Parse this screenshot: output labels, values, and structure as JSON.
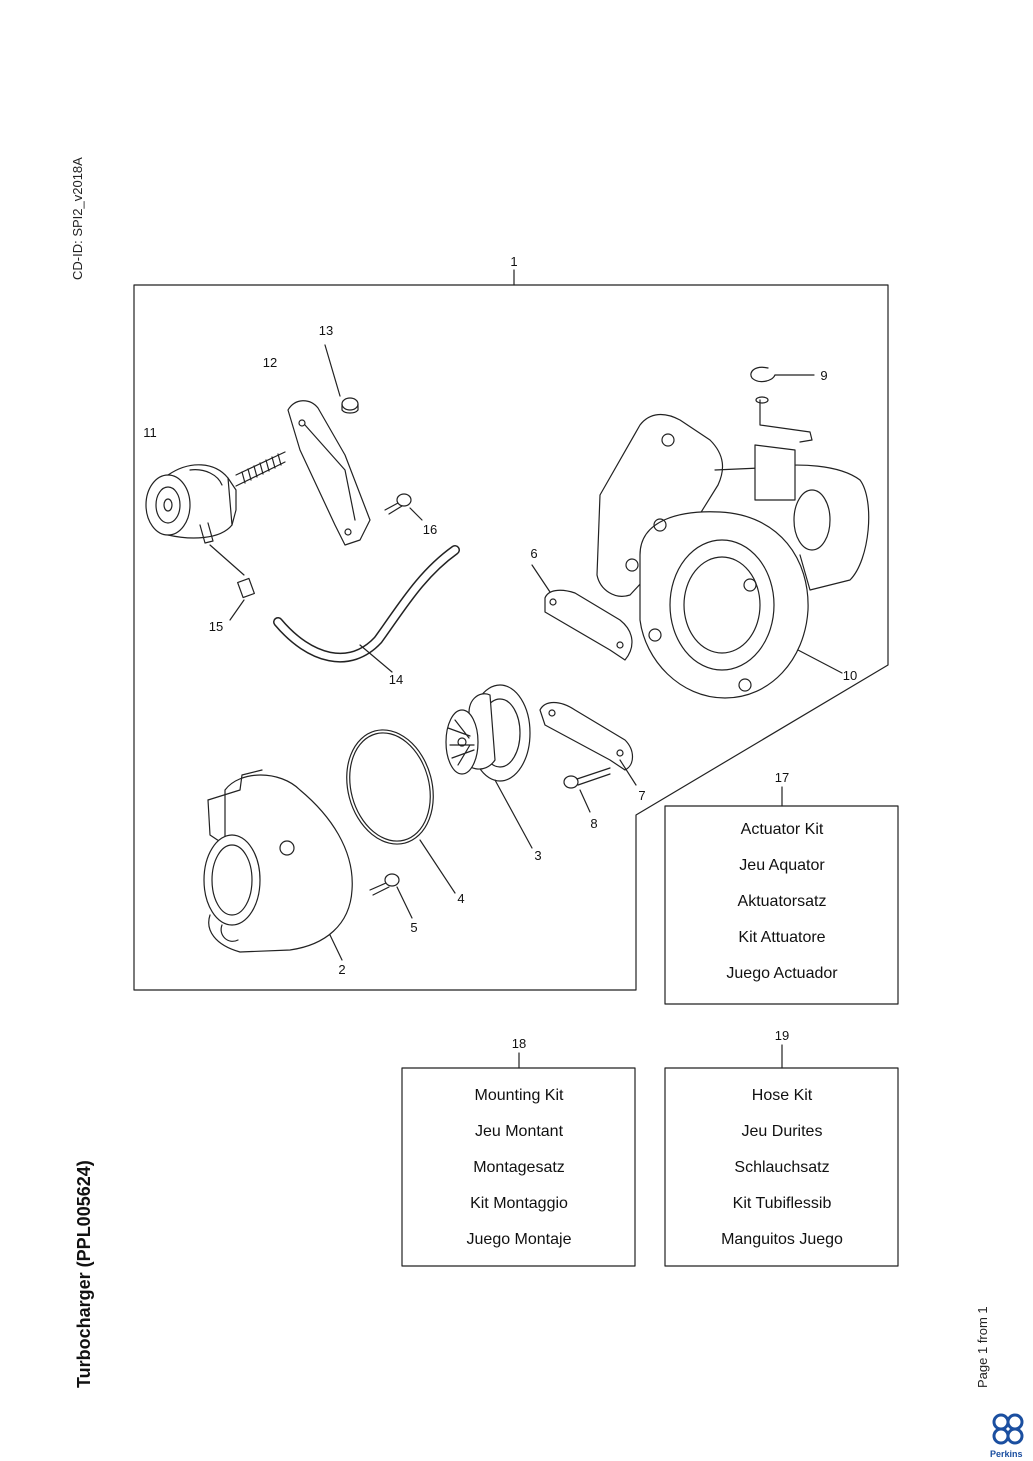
{
  "document": {
    "cd_id": "CD-ID: SPI2_v2018A",
    "title": "Turbocharger (PPL005624)",
    "page_info": "Page 1 from 1",
    "brand": "Perkins"
  },
  "callouts": {
    "c1": "1",
    "c2": "2",
    "c3": "3",
    "c4": "4",
    "c5": "5",
    "c6": "6",
    "c7": "7",
    "c8": "8",
    "c9": "9",
    "c10": "10",
    "c11": "11",
    "c12": "12",
    "c13": "13",
    "c14": "14",
    "c15": "15",
    "c16": "16",
    "c17": "17",
    "c18": "18",
    "c19": "19"
  },
  "kits": {
    "actuator": [
      "Actuator Kit",
      "Jeu Aquator",
      "Aktuatorsatz",
      "Kit Attuatore",
      "Juego Actuador"
    ],
    "mounting": [
      "Mounting Kit",
      "Jeu Montant",
      "Montagesatz",
      "Kit Montaggio",
      "Juego Montaje"
    ],
    "hose": [
      "Hose Kit",
      "Jeu Durites",
      "Schlauchsatz",
      "Kit Tubiflessib",
      "Manguitos Juego"
    ]
  },
  "colors": {
    "brand_blue": "#1b4fa0",
    "line": "#222222"
  }
}
